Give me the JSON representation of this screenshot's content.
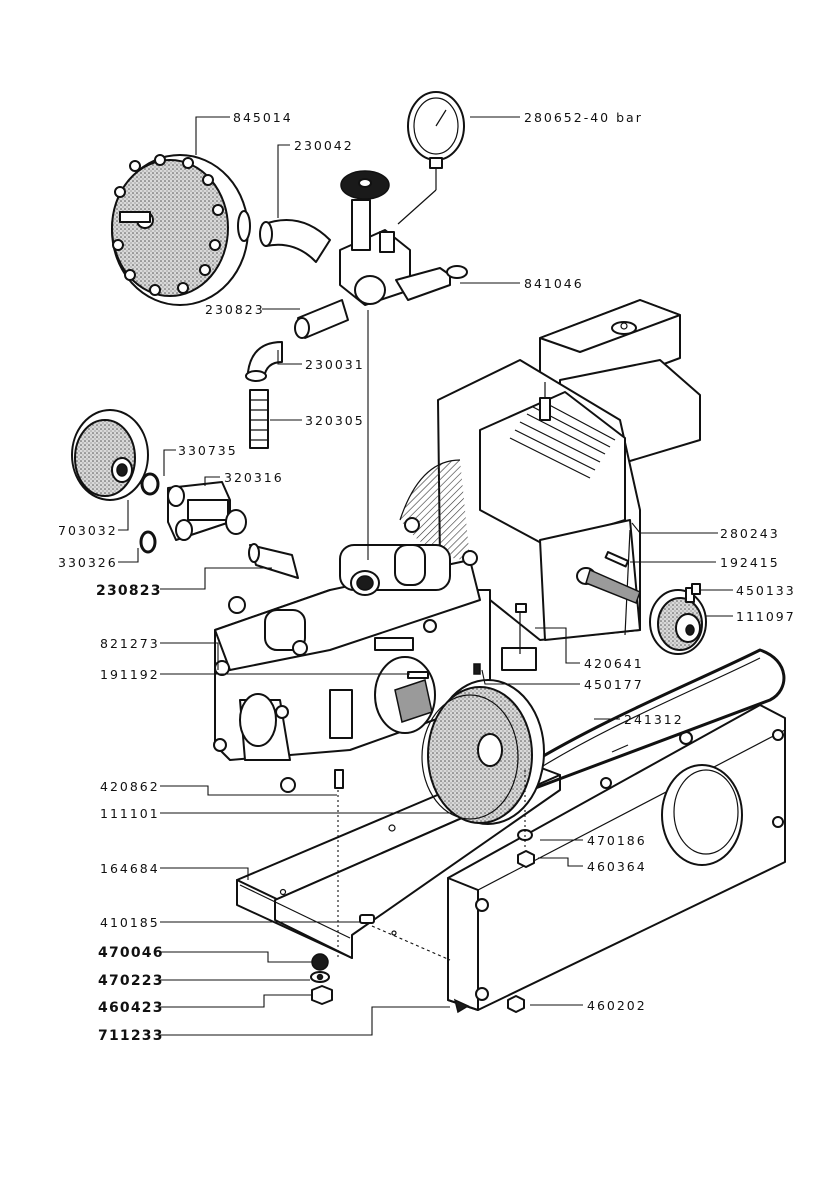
{
  "diagram": {
    "part_labels": [
      {
        "id": "p845014",
        "text": "845014"
      },
      {
        "id": "p230042",
        "text": "230042"
      },
      {
        "id": "p280652",
        "text": "280652-40 bar"
      },
      {
        "id": "p841046",
        "text": "841046"
      },
      {
        "id": "p230823a",
        "text": "230823"
      },
      {
        "id": "p230031",
        "text": "230031"
      },
      {
        "id": "p320305",
        "text": "320305"
      },
      {
        "id": "p330735",
        "text": "330735"
      },
      {
        "id": "p320316",
        "text": "320316"
      },
      {
        "id": "p703032",
        "text": "703032"
      },
      {
        "id": "p330326",
        "text": "330326"
      },
      {
        "id": "p230823b",
        "text": "230823"
      },
      {
        "id": "p280243",
        "text": "280243"
      },
      {
        "id": "p192415",
        "text": "192415"
      },
      {
        "id": "p450133",
        "text": "450133"
      },
      {
        "id": "p111097",
        "text": "111097"
      },
      {
        "id": "p821273",
        "text": "821273"
      },
      {
        "id": "p420641",
        "text": "420641"
      },
      {
        "id": "p191192",
        "text": "191192"
      },
      {
        "id": "p450177",
        "text": "450177"
      },
      {
        "id": "p241312",
        "text": "241312"
      },
      {
        "id": "p420862",
        "text": "420862"
      },
      {
        "id": "p111101",
        "text": "111101"
      },
      {
        "id": "p470186",
        "text": "470186"
      },
      {
        "id": "p164684",
        "text": "164684"
      },
      {
        "id": "p460364",
        "text": "460364"
      },
      {
        "id": "p410185",
        "text": "410185"
      },
      {
        "id": "p470046",
        "text": "470046"
      },
      {
        "id": "p470223",
        "text": "470223"
      },
      {
        "id": "p460423",
        "text": "460423"
      },
      {
        "id": "p460202",
        "text": "460202"
      },
      {
        "id": "p711233",
        "text": "711233"
      }
    ]
  }
}
